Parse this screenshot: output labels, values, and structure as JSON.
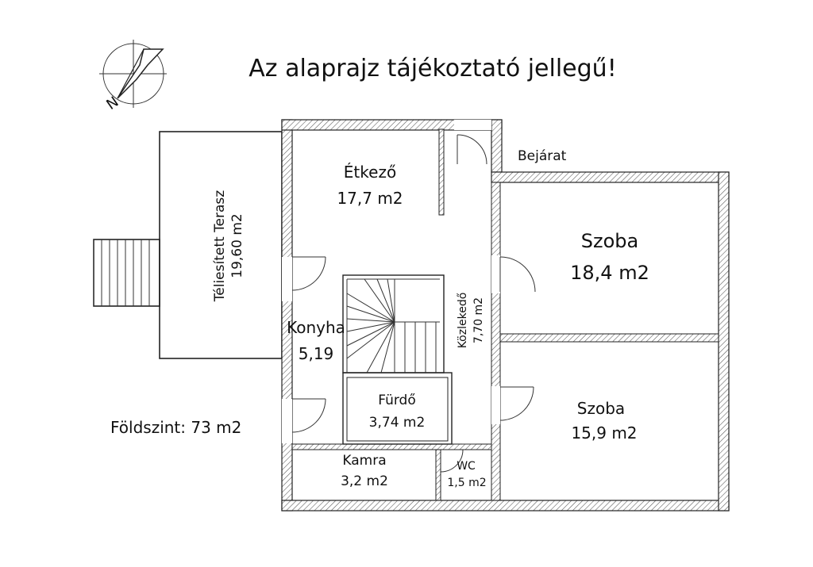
{
  "title": "Az alaprajz tájékoztató jellegű!",
  "compass_label": "N",
  "total_area": "Földszint: 73 m2",
  "entrance_label": "Bejárat",
  "rooms": {
    "terasz": {
      "name": "Téliesített Terasz",
      "area": "19,60 m2"
    },
    "etkezo": {
      "name": "Étkező",
      "area": "17,7 m2"
    },
    "konyha": {
      "name": "Konyha",
      "area": "5,19"
    },
    "kozlekedo": {
      "name": "Közlekedő",
      "area": "7,70 m2"
    },
    "furdo": {
      "name": "Fürdő",
      "area": "3,74 m2"
    },
    "kamra": {
      "name": "Kamra",
      "area": "3,2 m2"
    },
    "wc": {
      "name": "WC",
      "area": "1,5 m2"
    },
    "szoba1": {
      "name": "Szoba",
      "area": "18,4 m2"
    },
    "szoba2": {
      "name": "Szoba",
      "area": "15,9 m2"
    }
  },
  "colors": {
    "wall": "#222222",
    "hatch": "#555555",
    "background": "#ffffff"
  }
}
